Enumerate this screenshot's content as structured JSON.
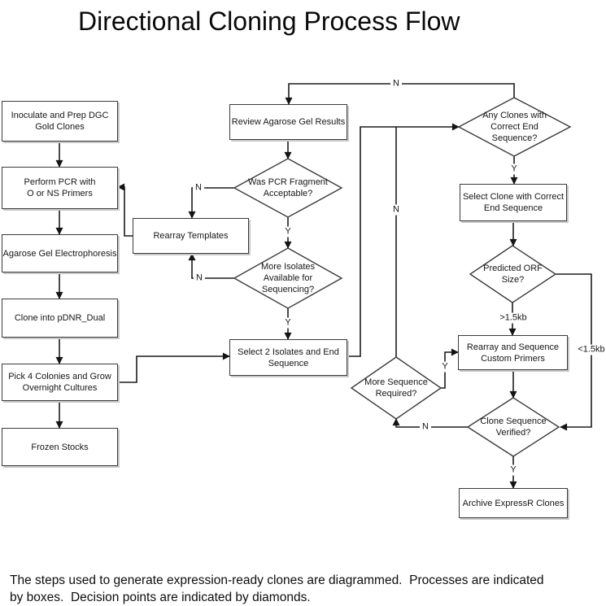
{
  "title": "Directional Cloning Process Flow",
  "caption": "The steps used to generate expression-ready clones are diagrammed.  Processes are indicated\nby boxes.  Decision points are indicated by diamonds.",
  "nodes": {
    "inoculate": "Inoculate and Prep DGC\nGold Clones",
    "perform_pcr": "Perform PCR with\nO or NS Primers",
    "agarose_gel": "Agarose Gel Electrophoresis",
    "clone_pdnr": "Clone into pDNR_Dual",
    "pick_colonies": "Pick 4 Colonies and Grow\nOvernight Cultures",
    "frozen_stocks": "Frozen Stocks",
    "rearray_templates": "Rearray Templates",
    "review_gel": "Review Agarose Gel Results",
    "select_isolates": "Select 2 Isolates and End\nSequence",
    "select_clone": "Select Clone with Correct\nEnd Sequence",
    "rearray_sequence": "Rearray and Sequence\nCustom Primers",
    "archive": "Archive ExpressR Clones"
  },
  "decisions": {
    "was_pcr": "Was PCR Fragment\nAcceptable?",
    "more_isolates": "More Isolates\nAvailable for\nSequencing?",
    "any_clones": "Any Clones with\nCorrect End\nSequence?",
    "predicted_orf": "Predicted ORF\nSize?",
    "more_sequence": "More Sequence\nRequired?",
    "clone_verified": "Clone Sequence\nVerified?"
  },
  "edge_labels": {
    "any_clones_no": "N",
    "more_sequence_no": "N",
    "was_pcr_no": "N",
    "more_isolates_no": "N",
    "clone_verified_no": "N",
    "any_clones_yes": "Y",
    "was_pcr_yes": "Y",
    "more_isolates_yes": "Y",
    "more_sequence_yes": "Y",
    "clone_verified_yes": "Y",
    "orf_large": ">1.5kb",
    "orf_small": "<1.5kb"
  }
}
